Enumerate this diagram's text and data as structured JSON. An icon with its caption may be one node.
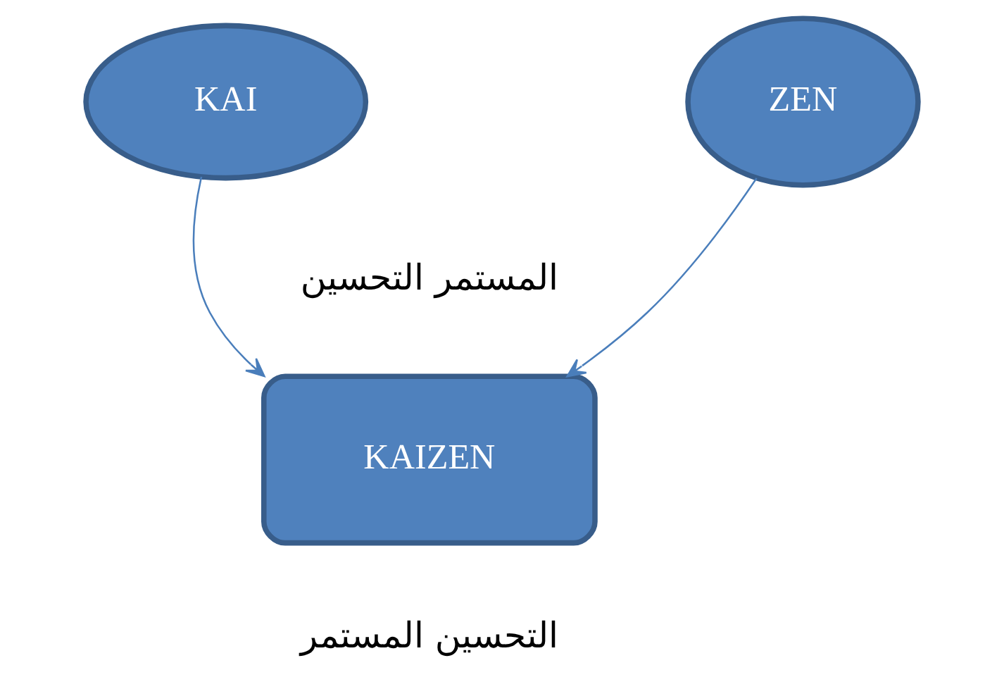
{
  "diagram": {
    "nodes": [
      {
        "text": [
          "KAI"
        ]
      },
      {
        "text": [
          "ZEN"
        ]
      },
      {
        "text": [
          "KAIZEN"
        ]
      }
    ],
    "edges": [
      {
        "from": 0,
        "to": 2,
        "arrow": "to"
      },
      {
        "from": 1,
        "to": 2,
        "arrow": "to"
      }
    ],
    "labels": [
      "المستمر التحسين",
      "التحسين المستمر"
    ]
  }
}
